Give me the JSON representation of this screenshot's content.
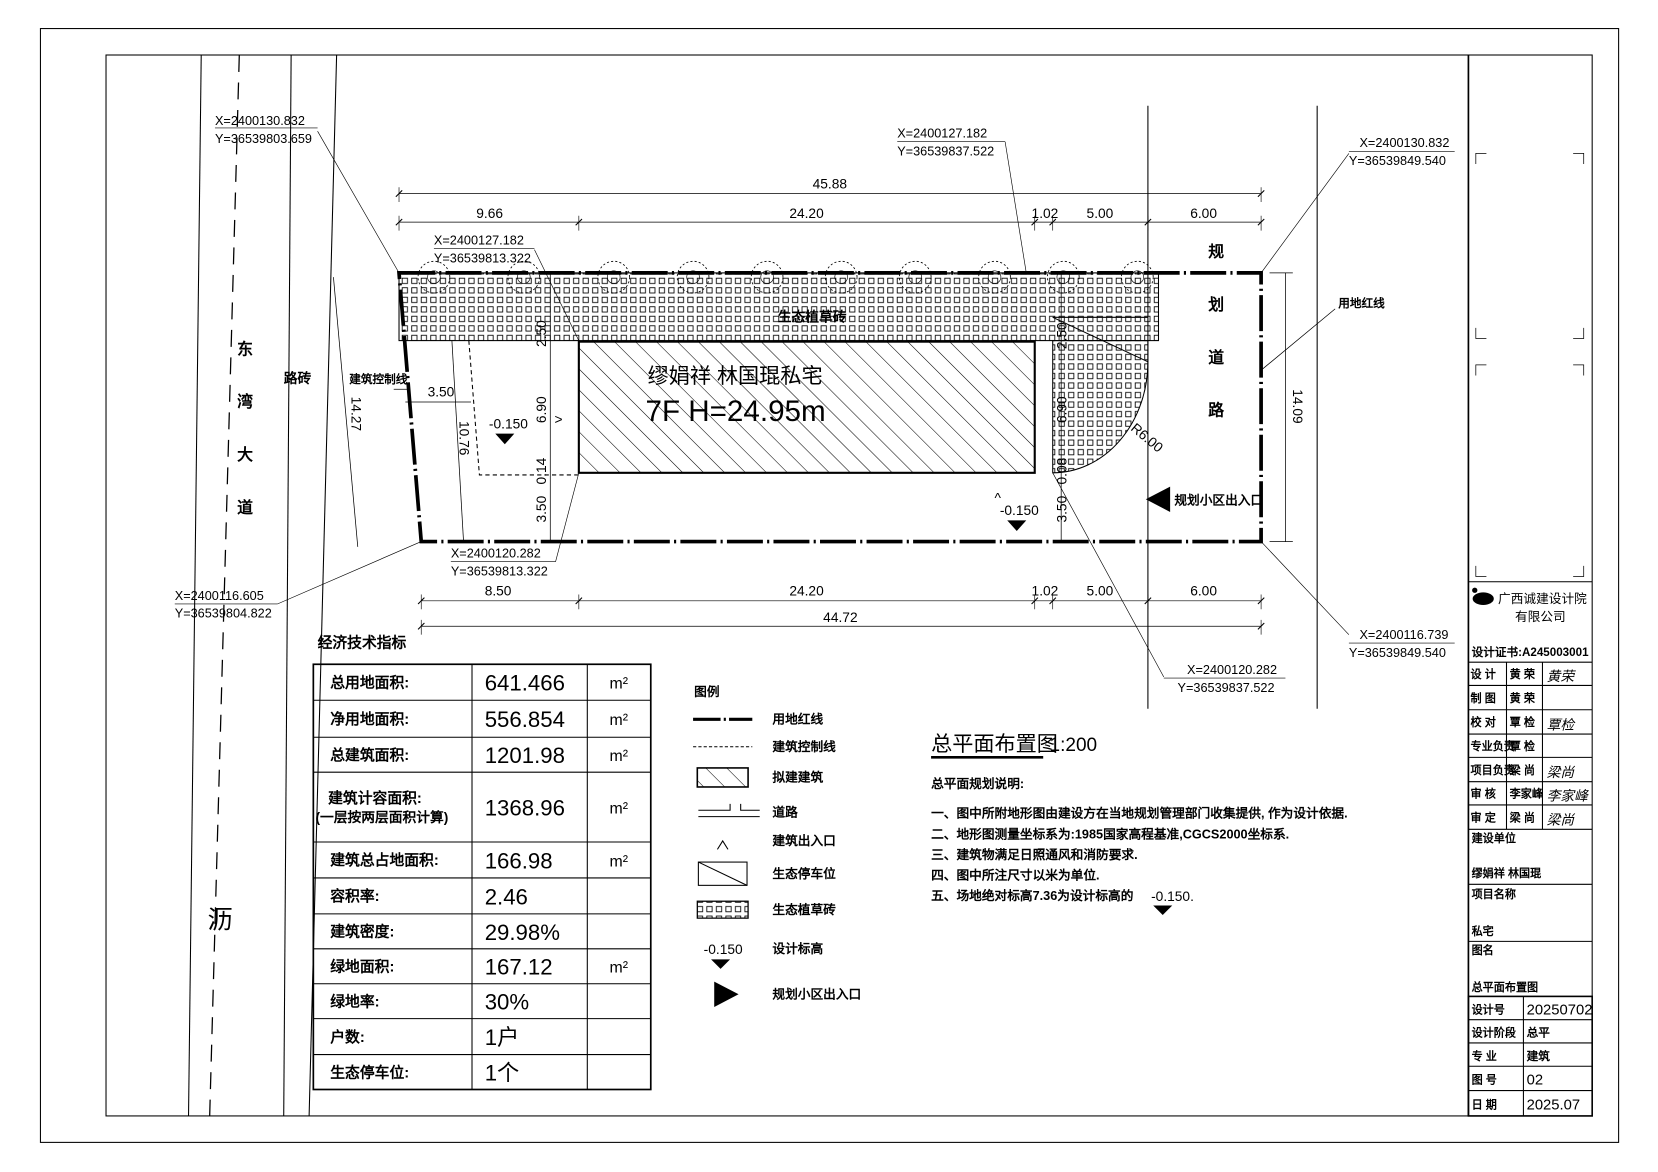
{
  "left_road": {
    "name_chars": [
      "东",
      "湾",
      "大",
      "道"
    ],
    "side_label": "路砖",
    "surface_label": "沥"
  },
  "right_road": {
    "name_chars": [
      "规",
      "划",
      "道",
      "路"
    ]
  },
  "plot": {
    "building_name": "缪娟祥 林国琨私宅",
    "building_info": "7F H=24.95m",
    "grass_label": "生态植草砖",
    "control_line_label": "建筑控制线",
    "redline_label": "用地红线",
    "entrance_label": "规划小区出入口",
    "elevation_left": "-0.150",
    "elevation_right": "-0.150",
    "radius_label": "R6.00",
    "entrance_mark_left": ">",
    "entrance_mark_right": "^"
  },
  "dimensions": {
    "top_total": "45.88",
    "top_segments": [
      "9.66",
      "24.20",
      "1.02",
      "5.00",
      "6.00"
    ],
    "bottom_segments": [
      "8.50",
      "24.20",
      "1.02",
      "5.00",
      "6.00"
    ],
    "bottom_total": "44.72",
    "left_total": "14.27",
    "right_total": "14.09",
    "setback_left": "3.50",
    "diag_left": "10.76",
    "v_upper_left": "2.50",
    "v_building_left": "6.90",
    "v_gap_left": "0.14",
    "v_bottom_left": "3.50",
    "v_upper_right": "2.50",
    "v_building_right": "6.90",
    "v_gap_right": "0.08",
    "v_bottom_right": "3.50"
  },
  "coordinates": [
    {
      "x": "X=2400130.832",
      "y": "Y=36539803.659"
    },
    {
      "x": "X=2400127.182",
      "y": "Y=36539837.522"
    },
    {
      "x": "X=2400130.832",
      "y": "Y=36539849.540"
    },
    {
      "x": "X=2400127.182",
      "y": "Y=36539813.322"
    },
    {
      "x": "X=2400120.282",
      "y": "Y=36539813.322"
    },
    {
      "x": "X=2400116.605",
      "y": "Y=36539804.822"
    },
    {
      "x": "X=2400116.739",
      "y": "Y=36539849.540"
    },
    {
      "x": "X=2400120.282",
      "y": "Y=36539837.522"
    }
  ],
  "indicators": {
    "title": "经济技术指标",
    "rows": [
      {
        "label": "总用地面积:",
        "value": "641.466",
        "unit": "m²"
      },
      {
        "label": "净用地面积:",
        "value": "556.854",
        "unit": "m²"
      },
      {
        "label": "总建筑面积:",
        "value": "1201.98",
        "unit": "m²"
      },
      {
        "label": "建筑计容面积:",
        "label2": "(一层按两层面积计算)",
        "value": "1368.96",
        "unit": "m²"
      },
      {
        "label": "建筑总占地面积:",
        "value": "166.98",
        "unit": "m²"
      },
      {
        "label": "容积率:",
        "value": "2.46",
        "unit": ""
      },
      {
        "label": "建筑密度:",
        "value": "29.98%",
        "unit": ""
      },
      {
        "label": "绿地面积:",
        "value": "167.12",
        "unit": "m²"
      },
      {
        "label": "绿地率:",
        "value": "30%",
        "unit": ""
      },
      {
        "label": "户数:",
        "value": "1户",
        "unit": ""
      },
      {
        "label": "生态停车位:",
        "value": "1个",
        "unit": ""
      }
    ]
  },
  "legend": {
    "title": "图例",
    "items": [
      {
        "icon": "redline-icon",
        "label": "用地红线"
      },
      {
        "icon": "control-line-icon",
        "label": "建筑控制线"
      },
      {
        "icon": "hatch-building-icon",
        "label": "拟建建筑"
      },
      {
        "icon": "road-icon",
        "label": "道路"
      },
      {
        "icon": "entrance-icon",
        "label": "建筑出入口"
      },
      {
        "icon": "parking-icon",
        "label": "生态停车位"
      },
      {
        "icon": "grass-brick-icon",
        "label": "生态植草砖"
      },
      {
        "icon": "elevation-icon",
        "label": "设计标高",
        "value": "-0.150"
      },
      {
        "icon": "triangle-entrance-icon",
        "label": "规划小区出入口"
      }
    ]
  },
  "notes": {
    "drawing_title": "总平面布置图",
    "scale": "1:200",
    "heading": "总平面规划说明:",
    "lines": [
      "一、图中所附地形图由建设方在当地规划管理部门收集提供, 作为设计依据.",
      "二、地形图测量坐标系为:1985国家高程基准,CGCS2000坐标系.",
      "三、建筑物满足日照通风和消防要求.",
      "四、图中所注尺寸以米为单位.",
      "五、场地绝对标高7.36为设计标高的"
    ],
    "elevation_ref": "-0.150."
  },
  "title_block": {
    "company_line1": "广西诚建设计院",
    "company_line2": "有限公司",
    "certificate": "设计证书:A245003001",
    "signatures": [
      {
        "role": "设 计",
        "name": "黄 荣",
        "sign": "黄荣"
      },
      {
        "role": "制 图",
        "name": "黄 荣",
        "sign": ""
      },
      {
        "role": "校 对",
        "name": "覃 检",
        "sign": "覃检"
      },
      {
        "role": "专业负责",
        "name": "覃 检",
        "sign": ""
      },
      {
        "role": "项目负责",
        "name": "梁 尚",
        "sign": "梁尚"
      },
      {
        "role": "审 核",
        "name": "李家峰",
        "sign": "李家峰"
      },
      {
        "role": "审 定",
        "name": "梁 尚",
        "sign": "梁尚"
      }
    ],
    "client_label": "建设单位",
    "client_value": "缪娟祥 林国琨",
    "project_label": "项目名称",
    "project_value": "私宅",
    "drawing_label": "图名",
    "drawing_value": "总平面布置图",
    "fields": [
      {
        "label": "设计号",
        "value": "20250702"
      },
      {
        "label": "设计阶段",
        "value": "总平"
      },
      {
        "label": "专 业",
        "value": "建筑"
      },
      {
        "label": "图 号",
        "value": "02"
      },
      {
        "label": "日 期",
        "value": "2025.07"
      }
    ]
  }
}
